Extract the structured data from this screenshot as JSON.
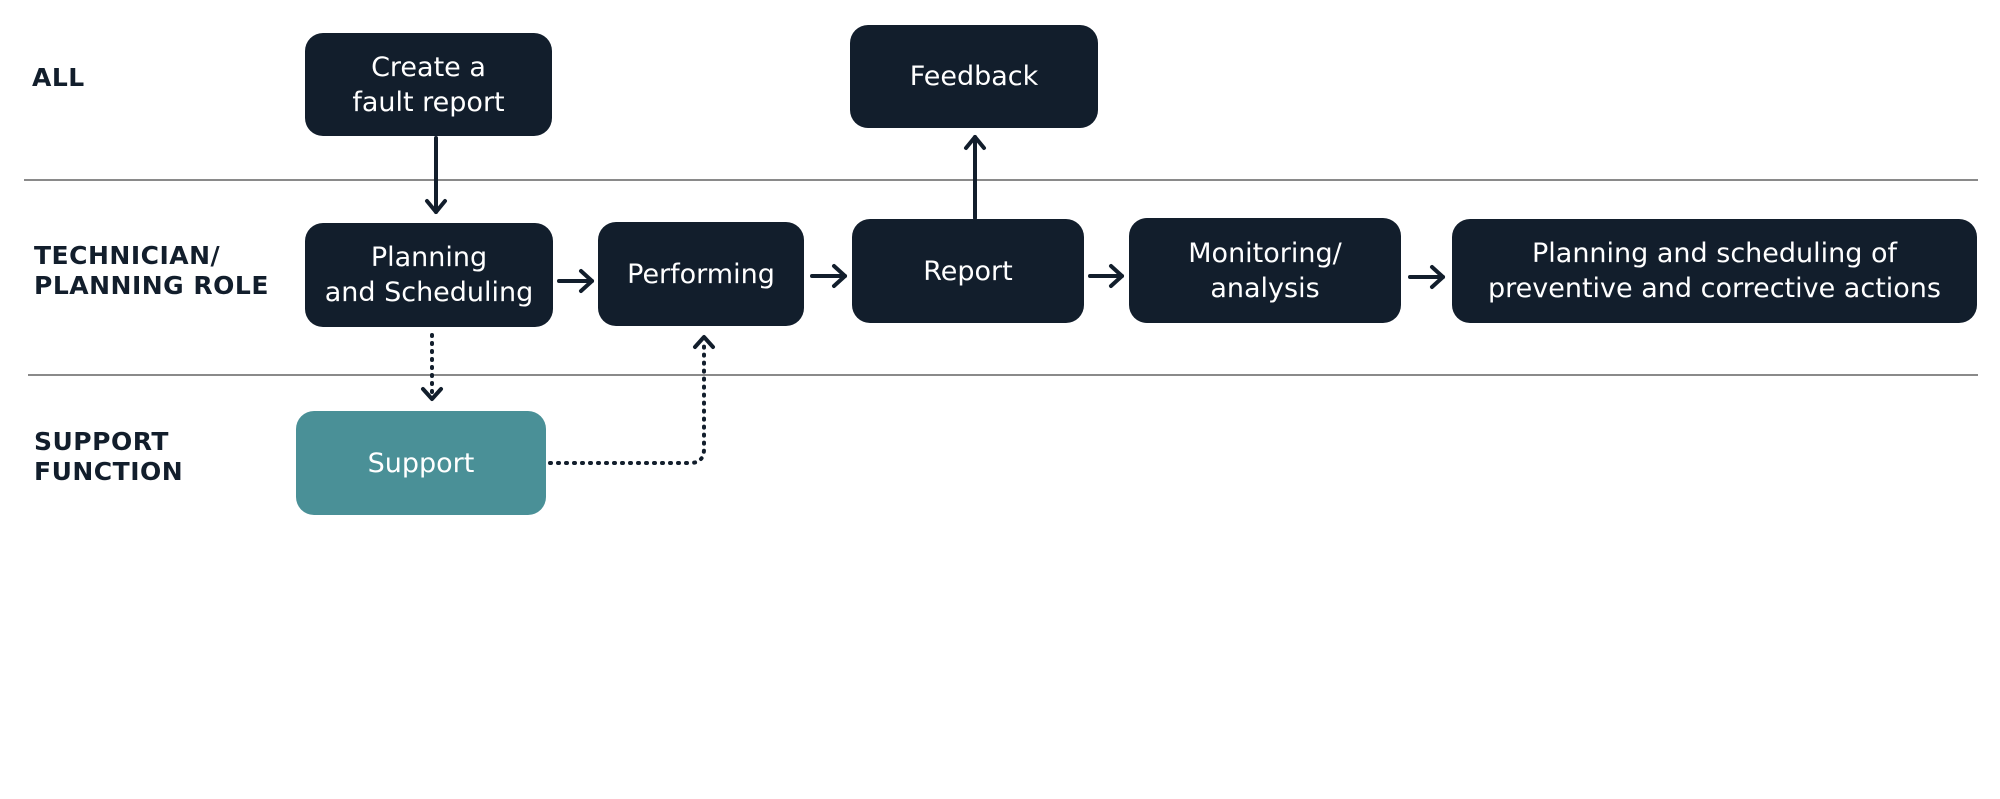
{
  "lanes": {
    "all": "ALL",
    "technician": "TECHNICIAN/\nPLANNING ROLE",
    "support": "SUPPORT\nFUNCTION"
  },
  "nodes": {
    "create_fault_report": "Create a\nfault report",
    "feedback": "Feedback",
    "planning_scheduling": "Planning\nand Scheduling",
    "performing": "Performing",
    "report": "Report",
    "monitoring_analysis": "Monitoring/\nanalysis",
    "planning_preventive": "Planning and scheduling of\npreventive and corrective actions",
    "support": "Support"
  },
  "colors": {
    "node_dark": "#121e2c",
    "node_support": "#4a9097",
    "arrow": "#121e2c",
    "divider": "#8a8a8a"
  }
}
